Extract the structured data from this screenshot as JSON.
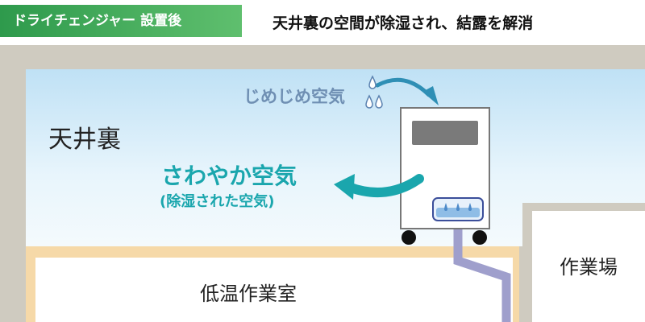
{
  "header": {
    "badge": "ドライチェンジャー 設置後",
    "headline": "天井裏の空間が除湿され、結露を解消"
  },
  "areas": {
    "ceiling": "天井裏",
    "work": "作業場",
    "low_temp_room": "低温作業室"
  },
  "air": {
    "humid": "じめじめ空気",
    "fresh": "さわやか空気",
    "fresh_sub": "(除湿された空気)"
  },
  "colors": {
    "badge_green": "#3aa856",
    "fresh_teal": "#1aa6ad",
    "humid_blue": "#6f8fb3",
    "ceiling_blue": "#cfe9f7",
    "beam_beige": "#f6d9a8",
    "wall_gray": "#cfcbc0",
    "drain_lavender": "#9f9fcc"
  },
  "icons": [
    "water-drops-icon",
    "dehumidifier-unit",
    "curved-arrow-icon"
  ]
}
